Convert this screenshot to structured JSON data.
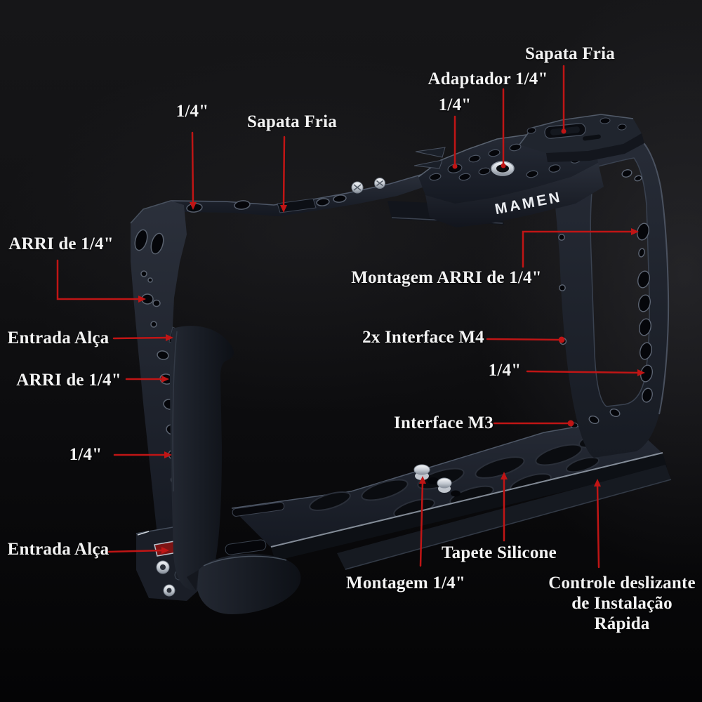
{
  "brand": "MAMEN",
  "colors": {
    "background": "#0b0b0d",
    "annotation_red": "#c01515",
    "label_text": "#f3f3f3",
    "cage_body": "#1d222b",
    "silver": "#d9dde3"
  },
  "annotations": [
    {
      "id": "sapata-fria-top-right",
      "label": "Sapata Fria"
    },
    {
      "id": "adaptador-quarter",
      "label": "Adaptador 1/4\""
    },
    {
      "id": "quarter-top-center",
      "label": "1/4\""
    },
    {
      "id": "quarter-top-left",
      "label": "1/4\""
    },
    {
      "id": "sapata-fria-top-left",
      "label": "Sapata Fria"
    },
    {
      "id": "arri-quarter-upper",
      "label": "ARRI de 1/4\""
    },
    {
      "id": "montagem-arri-quarter",
      "label": "Montagem ARRI de 1/4\""
    },
    {
      "id": "entrada-alca-upper",
      "label": "Entrada Alça"
    },
    {
      "id": "interface-m4",
      "label": "2x Interface M4"
    },
    {
      "id": "arri-quarter-lower",
      "label": "ARRI de 1/4\""
    },
    {
      "id": "quarter-right",
      "label": "1/4\""
    },
    {
      "id": "interface-m3",
      "label": "Interface M3"
    },
    {
      "id": "quarter-left-lower",
      "label": "1/4\""
    },
    {
      "id": "entrada-alca-lower",
      "label": "Entrada Alça"
    },
    {
      "id": "tapete-silicone",
      "label": "Tapete Silicone"
    },
    {
      "id": "montagem-quarter",
      "label": "Montagem 1/4\""
    },
    {
      "id": "controle-deslizante",
      "label": "Controle deslizante de Instalação Rápida"
    }
  ]
}
